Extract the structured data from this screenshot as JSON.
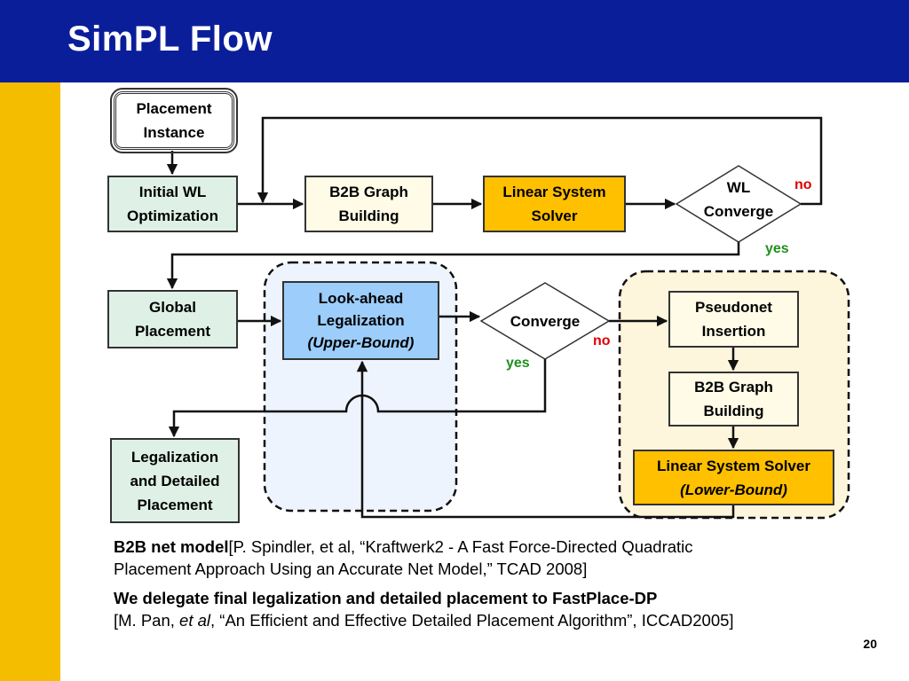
{
  "slide": {
    "title": "SimPL Flow",
    "page_number": "20"
  },
  "nodes": {
    "placement_instance": [
      "Placement",
      "Instance"
    ],
    "initial_wl": [
      "Initial WL",
      "Optimization"
    ],
    "b2b_graph_top": [
      "B2B Graph",
      "Building"
    ],
    "linear_solver_top": [
      "Linear System",
      "Solver"
    ],
    "wl_converge": [
      "WL",
      "Converge"
    ],
    "global_placement": [
      "Global",
      "Placement"
    ],
    "lookahead": [
      "Look-ahead",
      "Legalization",
      "(Upper-Bound)"
    ],
    "converge": "Converge",
    "pseudonet": [
      "Pseudonet",
      "Insertion"
    ],
    "b2b_graph_right": [
      "B2B Graph",
      "Building"
    ],
    "linear_solver_right": [
      "Linear System Solver",
      "(Lower-Bound)"
    ],
    "legalization_detailed": [
      "Legalization",
      "and Detailed",
      "Placement"
    ]
  },
  "edge_labels": {
    "wl_no": "no",
    "wl_yes": "yes",
    "conv_no": "no",
    "conv_yes": "yes"
  },
  "references": {
    "b2b_bold": "B2B net model",
    "b2b_ref_line1": "[P. Spindler, et al, “Kraftwerk2 - A Fast Force-Directed Quadratic",
    "b2b_ref_line2": "Placement Approach Using an Accurate Net Model,” TCAD 2008]",
    "delegate_bold": "We delegate final legalization and detailed placement to FastPlace-DP",
    "pan_pre": "[M. Pan, ",
    "pan_italic": "et al",
    "pan_post": ", “An Efficient and Effective Detailed Placement Algorithm”, ICCAD2005]"
  },
  "colors": {
    "title_bar": "#0b1e9a",
    "left_strip": "#f5bd00",
    "green_box": "#dff1e7",
    "cream_box": "#fffbe6",
    "orange_box": "#ffc000",
    "blue_box": "#9ccdfb",
    "upper_region": "#eef4fd",
    "lower_region": "#fdf5dc",
    "no_label": "#e00000",
    "yes_label": "#1f8f1f"
  }
}
